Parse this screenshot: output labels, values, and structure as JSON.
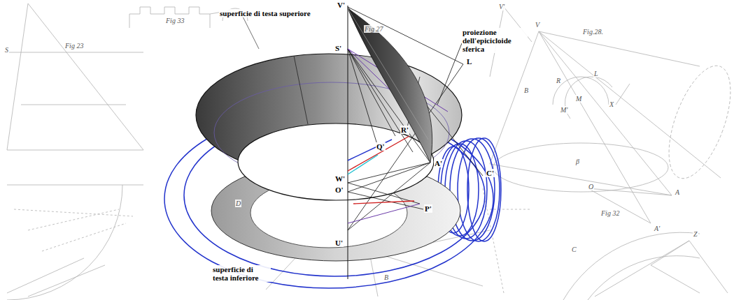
{
  "diagram": {
    "labels": [
      "superficie di testa superiore",
      "proiezione dell'epicicloide sferica",
      "superficie di testa inferiore",
      "V'",
      "S'",
      "R'",
      "Q'",
      "A'",
      "W'",
      "O'",
      "P'",
      "U'",
      "L",
      "C'",
      "Fig 27",
      "Fig.28.",
      "Fig 32",
      "Fig 23",
      "Fig 33",
      "V",
      "B",
      "R",
      "M'",
      "M",
      "X",
      "A",
      "A'",
      "O",
      "β",
      "C",
      "Z",
      "D",
      "B",
      "S",
      "V'",
      "L"
    ]
  }
}
